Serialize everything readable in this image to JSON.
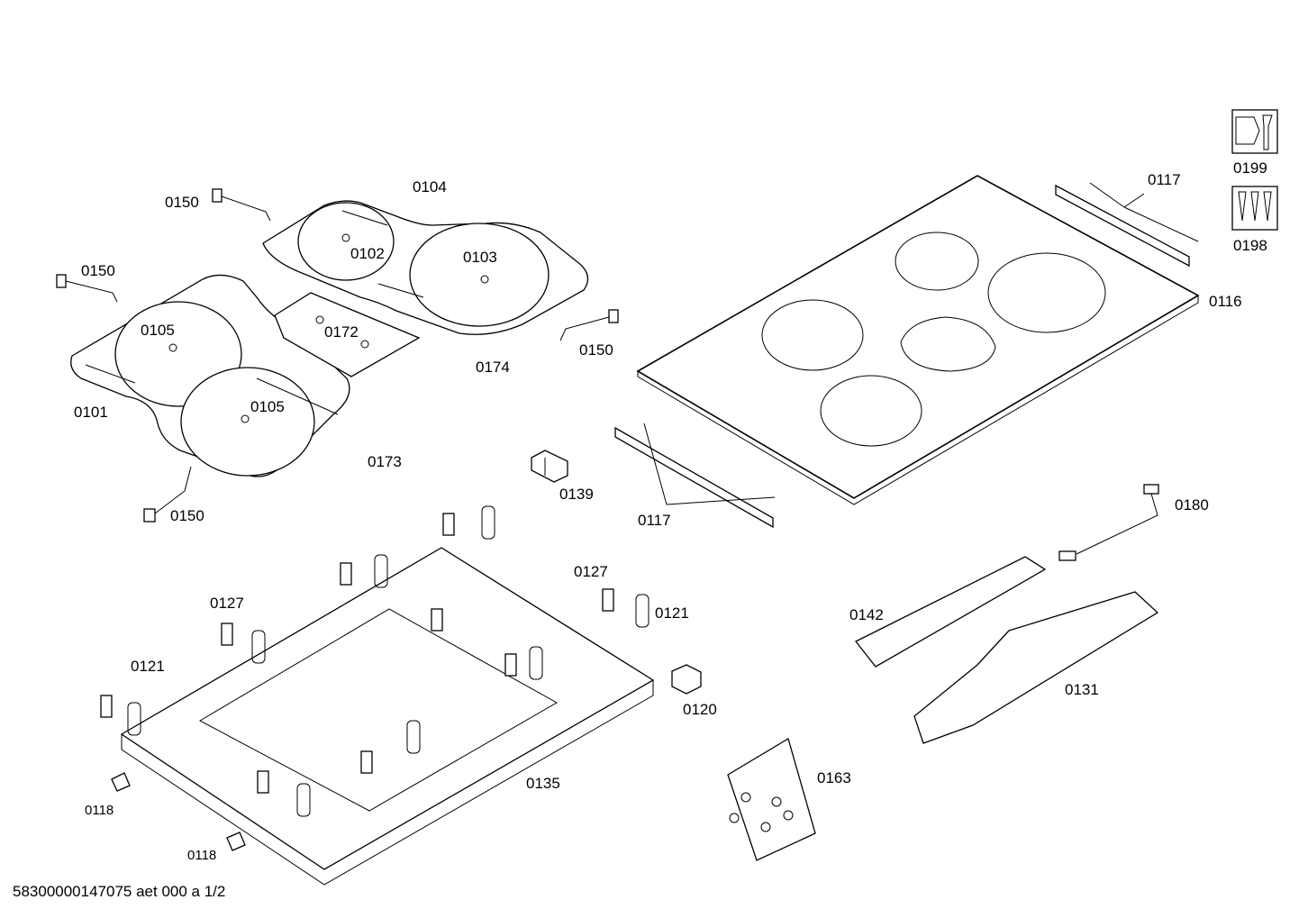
{
  "diagram": {
    "labels": {
      "p0101": "0101",
      "p0102": "0102",
      "p0103": "0103",
      "p0104": "0104",
      "p0105a": "0105",
      "p0105b": "0105",
      "p0116": "0116",
      "p0117a": "0117",
      "p0117b": "0117",
      "p0118a": "0118",
      "p0118b": "0118",
      "p0120": "0120",
      "p0121a": "0121",
      "p0121b": "0121",
      "p0127a": "0127",
      "p0127b": "0127",
      "p0131": "0131",
      "p0135": "0135",
      "p0139": "0139",
      "p0142": "0142",
      "p0150a": "0150",
      "p0150b": "0150",
      "p0150c": "0150",
      "p0150d": "0150",
      "p0163": "0163",
      "p0172": "0172",
      "p0173": "0173",
      "p0174": "0174",
      "p0180": "0180",
      "p0198": "0198",
      "p0199": "0199"
    },
    "icons": {
      "p0199": "wrench-nut-icon",
      "p0198": "screws-set-icon"
    }
  },
  "footer": {
    "doc_id": "58300000147075 aet 000 a 1/2"
  }
}
